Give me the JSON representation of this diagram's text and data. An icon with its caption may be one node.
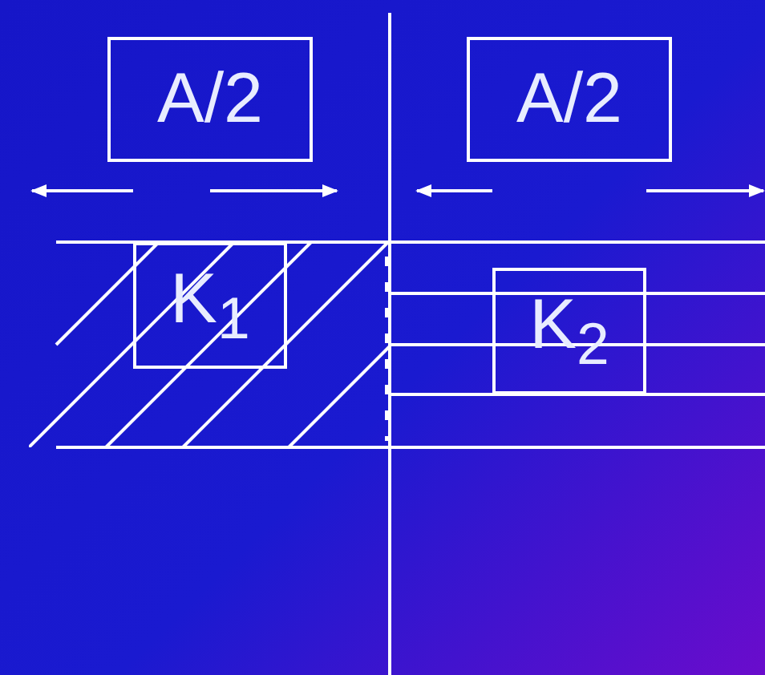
{
  "diagram": {
    "nodes": [
      {
        "text": [
          "A/2"
        ]
      },
      {
        "text": [
          "A/2"
        ]
      },
      {
        "text": [
          "K$_{1}$"
        ]
      },
      {
        "text": [
          "K$_{2}$"
        ]
      }
    ]
  }
}
